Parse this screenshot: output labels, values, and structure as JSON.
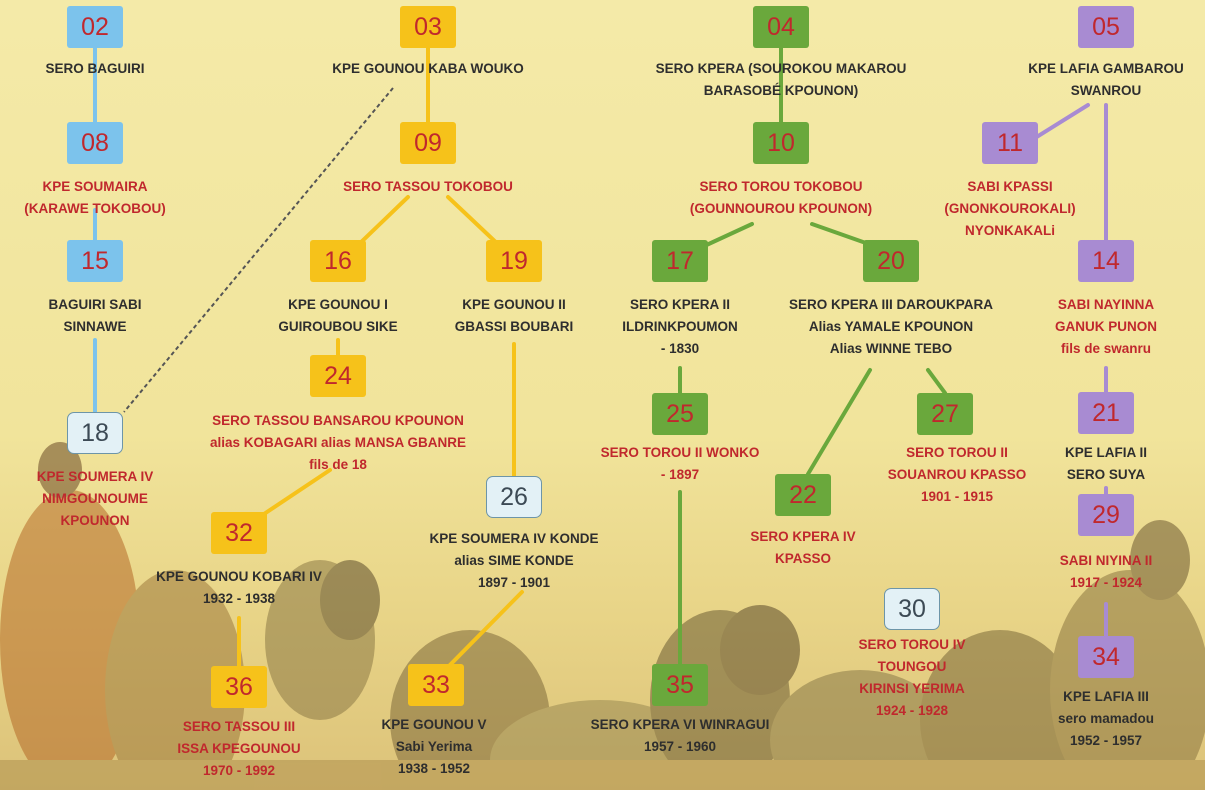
{
  "colors": {
    "blue": "#7cc3ec",
    "gold": "#f6c21a",
    "green": "#6aa83c",
    "purple": "#a88bd2",
    "highlight": "#e3f1f6",
    "dark_text": "#2e2e2e",
    "red_text": "#c0282d"
  },
  "nodes": {
    "n02": "02",
    "n03": "03",
    "n04": "04",
    "n05": "05",
    "n08": "08",
    "n09": "09",
    "n10": "10",
    "n11": "11",
    "n14": "14",
    "n15": "15",
    "n16": "16",
    "n17": "17",
    "n18": "18",
    "n19": "19",
    "n20": "20",
    "n21": "21",
    "n22": "22",
    "n24": "24",
    "n25": "25",
    "n26": "26",
    "n27": "27",
    "n29": "29",
    "n30": "30",
    "n32": "32",
    "n33": "33",
    "n34": "34",
    "n35": "35",
    "n36": "36"
  },
  "labels": {
    "n02": [
      "SERO BAGUIRI"
    ],
    "n03": [
      "KPE GOUNOU KABA WOUKO"
    ],
    "n04": [
      "SERO KPERA (SOUROKOU MAKAROU",
      "BARASOBÉ KPOUNON)"
    ],
    "n05": [
      "KPE LAFIA GAMBAROU",
      "SWANROU"
    ],
    "n08": [
      "KPE SOUMAIRA",
      "(KARAWE TOKOBOU)"
    ],
    "n09": [
      "SERO TASSOU TOKOBOU"
    ],
    "n10": [
      "SERO TOROU TOKOBOU",
      "(GOUNNOUROU KPOUNON)"
    ],
    "n11": [
      "SABI KPASSI",
      "(GNONKOUROKALI)",
      "NYONKAKALi"
    ],
    "n15": [
      "BAGUIRI SABI",
      "SINNAWE"
    ],
    "n16": [
      "KPE GOUNOU I",
      "GUIROUBOU SIKE"
    ],
    "n19": [
      "KPE GOUNOU II",
      "GBASSI BOUBARI"
    ],
    "n17": [
      "SERO KPERA II",
      "ILDRINKPOUMON",
      "- 1830"
    ],
    "n20": [
      "SERO KPERA III DAROUKPARA",
      "Alias YAMALE KPOUNON",
      "Alias WINNE TEBO"
    ],
    "n14": [
      "SABI NAYINNA",
      "GANUK PUNON",
      "fils de swanru"
    ],
    "n24": [
      "SERO TASSOU BANSAROU KPOUNON",
      "alias KOBAGARI alias MANSA GBANRE",
      "fils de 18"
    ],
    "n18": [
      "KPE SOUMERA IV",
      "NIMGOUNOUME",
      "KPOUNON"
    ],
    "n25": [
      "SERO TOROU II WONKO",
      "- 1897"
    ],
    "n27": [
      "SERO TOROU II",
      "SOUANROU KPASSO",
      "1901 - 1915"
    ],
    "n21": [
      "KPE LAFIA II",
      "SERO SUYA"
    ],
    "n26": [
      "KPE SOUMERA IV KONDE",
      "alias SIME KONDE",
      "1897 - 1901"
    ],
    "n22": [
      "SERO KPERA IV",
      "KPASSO"
    ],
    "n29": [
      "SABI NIYINA II",
      "1917 - 1924"
    ],
    "n32": [
      "KPE GOUNOU KOBARI IV",
      "1932 - 1938"
    ],
    "n30": [
      "SERO TOROU IV",
      "TOUNGOU",
      "KIRINSI YERIMA",
      "1924 - 1928"
    ],
    "n34": [
      "KPE LAFIA III",
      "sero mamadou",
      "1952 - 1957"
    ],
    "n36": [
      "SERO TASSOU III",
      "ISSA KPEGOUNOU",
      "1970 - 1992"
    ],
    "n33": [
      "KPE GOUNOU V",
      "Sabi Yerima",
      "1938 - 1952"
    ],
    "n35": [
      "SERO KPERA VI WINRAGUI",
      "1957 - 1960"
    ]
  }
}
